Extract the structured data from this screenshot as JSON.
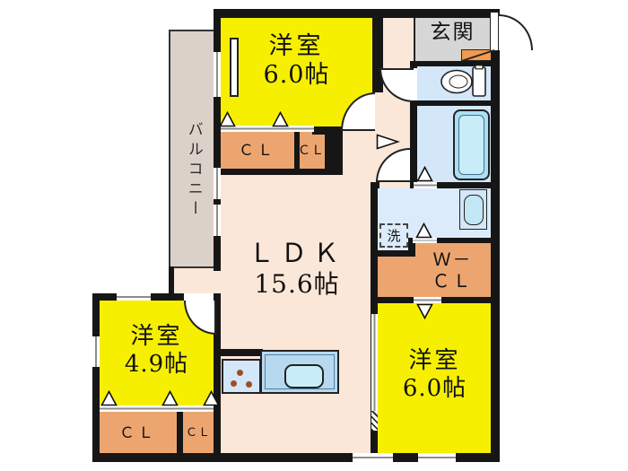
{
  "plan": {
    "title": "apartment floor plan",
    "balcony": "バルコニー",
    "entrance": "玄関",
    "ldk": {
      "name": "ＬＤＫ",
      "size": "15.6帖"
    },
    "room_top": {
      "name": "洋室",
      "size": "6.0帖"
    },
    "room_right": {
      "name": "洋室",
      "size": "6.0帖"
    },
    "room_left": {
      "name": "洋室",
      "size": "4.9帖"
    },
    "wcl": {
      "line1": "Ｗ－",
      "line2": "ＣＬ"
    },
    "closets": {
      "top_large": "ＣＬ",
      "top_small": "ＣＬ",
      "bottom_large": "ＣＬ",
      "bottom_small": "ＣＬ"
    },
    "laundry": "洗"
  },
  "symbols": {
    "toilet": "toilet-icon",
    "bathtub": "bathtub-icon",
    "washbasin": "washbasin-icon",
    "stove": "stove-burners-icon",
    "laundry_pan": "washing-machine-pan",
    "door_swing": "door-swing-arc",
    "folding_door": "folding-door-marker",
    "entry_arrow": "entry-direction-arrow",
    "shoe_cabinet": "shoe-cabinet"
  },
  "colors": {
    "room_yellow": "#f6f000",
    "ldk_cream": "#fbe7d8",
    "closet_orange": "#eda570",
    "shoebox_orange": "#f29a4e",
    "water_blue": "#d3e7f9",
    "washroom_blue": "#dcebfb",
    "tub_blue": "#abdff4",
    "counter_blue": "#b7d9ef",
    "balcony_beige": "#dcd1c9",
    "entrance_gray": "#d6d6d6",
    "wall_black": "#161616"
  }
}
